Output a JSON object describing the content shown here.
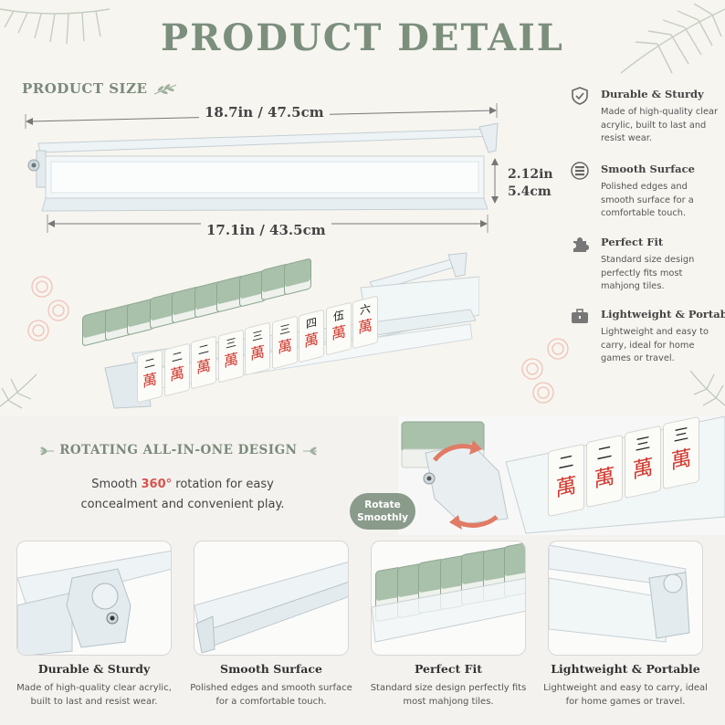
{
  "title": "PRODUCT DETAIL",
  "product_size": {
    "label": "PRODUCT SIZE",
    "top_length": "18.7in / 47.5cm",
    "bottom_length": "17.1in / 43.5cm",
    "height_in": "2.12in",
    "height_cm": "5.4cm"
  },
  "features": [
    {
      "icon": "shield-icon",
      "title": "Durable & Sturdy",
      "desc": "Made of high-quality clear acrylic, built to last and resist wear."
    },
    {
      "icon": "layers-icon",
      "title": "Smooth Surface",
      "desc": "Polished edges and smooth surface for a comfortable touch."
    },
    {
      "icon": "puzzle-icon",
      "title": "Perfect Fit",
      "desc": "Standard size design perfectly fits most mahjong tiles."
    },
    {
      "icon": "suitcase-icon",
      "title": "Lightweight & Portable",
      "desc": "Lightweight and easy to carry, ideal for home games or travel."
    }
  ],
  "tiles_top": [
    "二",
    "二",
    "二",
    "三",
    "三",
    "三",
    "四",
    "伍",
    "六"
  ],
  "tile_bottom": "萬",
  "zoom_tiles": [
    "二",
    "二",
    "三",
    "三"
  ],
  "rotating": {
    "label": "ROTATING ALL-IN-ONE DESIGN",
    "desc_pre": "Smooth ",
    "desc_highlight": "360°",
    "desc_post": " rotation for easy concealment and convenient play.",
    "badge_line1": "Rotate",
    "badge_line2": "Smoothly"
  },
  "cards": [
    {
      "title": "Durable & Sturdy",
      "desc": "Made of high-quality clear acrylic, built to last and resist wear."
    },
    {
      "title": "Smooth Surface",
      "desc": "Polished edges and smooth surface for a comfortable touch."
    },
    {
      "title": "Perfect Fit",
      "desc": "Standard size design perfectly fits most mahjong tiles."
    },
    {
      "title": "Lightweight & Portable",
      "desc": "Lightweight and easy to carry, ideal for home games or travel."
    }
  ],
  "colors": {
    "accent_green": "#7c8f7d",
    "tile_green": "#a9c0ab",
    "red": "#d23a2f"
  }
}
